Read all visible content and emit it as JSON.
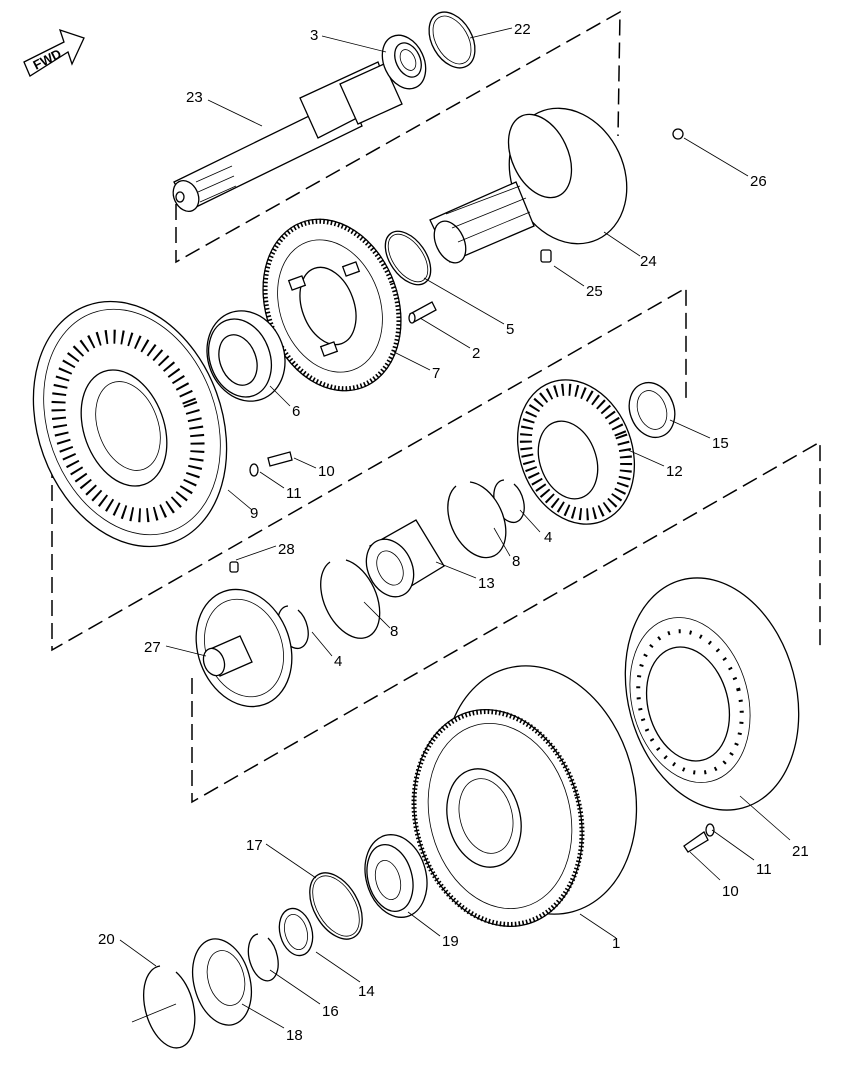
{
  "orientation": {
    "label": "FWD"
  },
  "callouts": [
    {
      "id": "c3",
      "text": "3"
    },
    {
      "id": "c22",
      "text": "22"
    },
    {
      "id": "c23",
      "text": "23"
    },
    {
      "id": "c26",
      "text": "26"
    },
    {
      "id": "c24",
      "text": "24"
    },
    {
      "id": "c25",
      "text": "25"
    },
    {
      "id": "c5",
      "text": "5"
    },
    {
      "id": "c2",
      "text": "2"
    },
    {
      "id": "c7",
      "text": "7"
    },
    {
      "id": "c6",
      "text": "6"
    },
    {
      "id": "c15",
      "text": "15"
    },
    {
      "id": "c12",
      "text": "12"
    },
    {
      "id": "c10a",
      "text": "10"
    },
    {
      "id": "c11a",
      "text": "11"
    },
    {
      "id": "c9",
      "text": "9"
    },
    {
      "id": "c4a",
      "text": "4"
    },
    {
      "id": "c8a",
      "text": "8"
    },
    {
      "id": "c13",
      "text": "13"
    },
    {
      "id": "c28",
      "text": "28"
    },
    {
      "id": "c8b",
      "text": "8"
    },
    {
      "id": "c27",
      "text": "27"
    },
    {
      "id": "c4b",
      "text": "4"
    },
    {
      "id": "c21",
      "text": "21"
    },
    {
      "id": "c11b",
      "text": "11"
    },
    {
      "id": "c10b",
      "text": "10"
    },
    {
      "id": "c17",
      "text": "17"
    },
    {
      "id": "c1",
      "text": "1"
    },
    {
      "id": "c19",
      "text": "19"
    },
    {
      "id": "c20",
      "text": "20"
    },
    {
      "id": "c14",
      "text": "14"
    },
    {
      "id": "c16",
      "text": "16"
    },
    {
      "id": "c18",
      "text": "18"
    }
  ]
}
